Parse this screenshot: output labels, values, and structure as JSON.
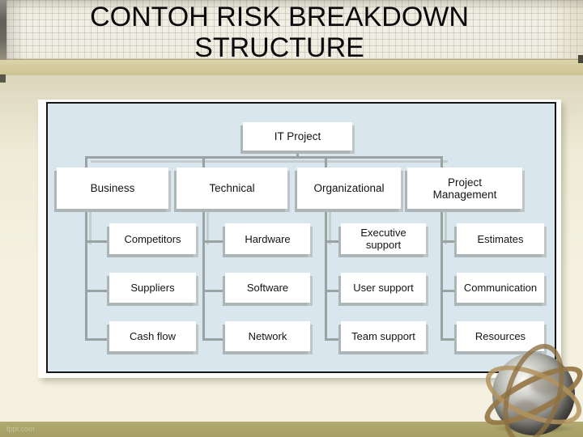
{
  "slide": {
    "title_line1": "CONTOH RISK BREAKDOWN",
    "title_line2": "STRUCTURE",
    "watermark": "fppt.com"
  },
  "diagram": {
    "root_label": "IT Project",
    "categories": [
      {
        "label": "Business",
        "children": [
          "Competitors",
          "Suppliers",
          "Cash flow"
        ]
      },
      {
        "label": "Technical",
        "children": [
          "Hardware",
          "Software",
          "Network"
        ]
      },
      {
        "label": "Organizational",
        "children": [
          "Executive support",
          "User support",
          "Team support"
        ]
      },
      {
        "label": "Project Management",
        "children": [
          "Estimates",
          "Communication",
          "Resources"
        ]
      }
    ]
  },
  "colors": {
    "panel_blue": "#d9e6ee",
    "band_tan": "#d5cda0",
    "footer_olive": "#a9a268",
    "connector_gray": "#9aa3a3",
    "box_shadow_gray": "#adb6b6",
    "title_text": "#0b0b0b"
  }
}
